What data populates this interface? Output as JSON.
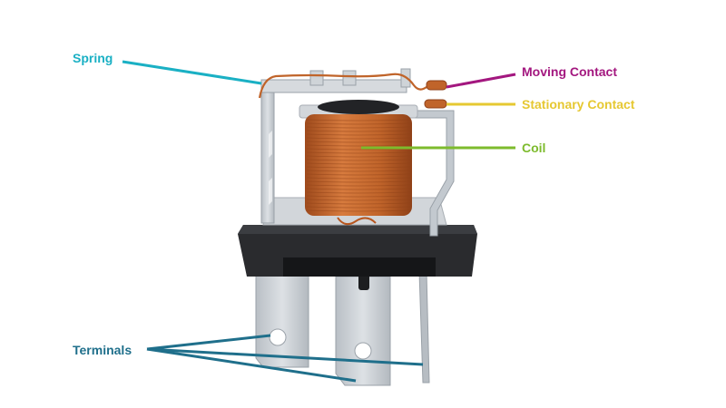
{
  "labels": {
    "spring": "Spring",
    "moving_contact": "Moving Contact",
    "stationary_contact": "Stationary Contact",
    "coil": "Coil",
    "terminals": "Terminals"
  },
  "colors": {
    "spring": "#1ab0c4",
    "moving_contact": "#a3177f",
    "stationary_contact": "#e6c832",
    "coil": "#7dbb2d",
    "terminals": "#1f6f8b",
    "copper": "#c0642a",
    "frame": "#c9ced3",
    "base": "#2a2b2e"
  }
}
